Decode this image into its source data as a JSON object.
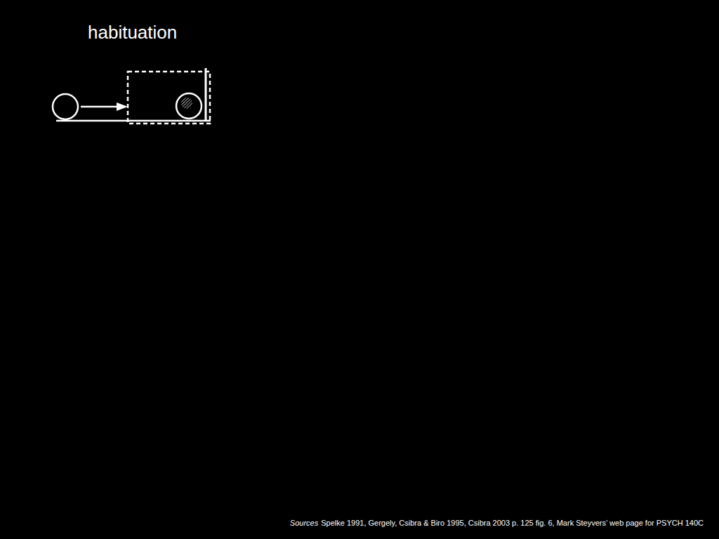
{
  "diagram": {
    "title": "habituation",
    "labels": [
      "Sources",
      "Spelke 1991, Gergely, Csibra & Biro 1995, Csibra 2003 p. 125 fig. 6, Mark Steyvers’ web page for PSYCH 140C"
    ]
  }
}
